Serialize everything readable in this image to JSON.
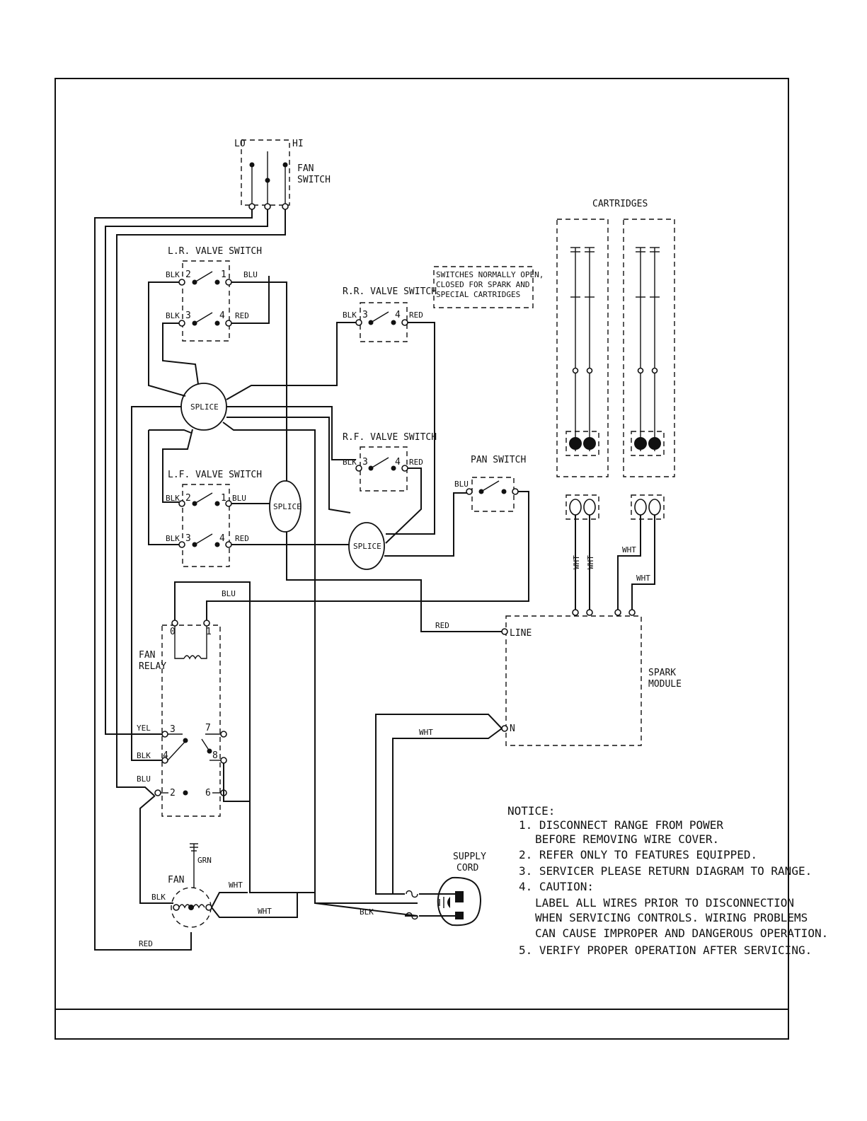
{
  "fan_switch": {
    "lo": "LO",
    "hi": "HI",
    "label_1": "FAN",
    "label_2": "SWITCH"
  },
  "lr_valve_switch": {
    "title": "L.R. VALVE SWITCH",
    "t2": "2",
    "t1": "1",
    "t3": "3",
    "t4": "4",
    "blk_a": "BLK",
    "blu": "BLU",
    "blk_b": "BLK",
    "red": "RED"
  },
  "rr_valve_switch": {
    "title": "R.R. VALVE SWITCH",
    "t3": "3",
    "t4": "4",
    "blk": "BLK",
    "red": "RED"
  },
  "rf_valve_switch": {
    "title": "R.F. VALVE SWITCH",
    "t3": "3",
    "t4": "4",
    "blk": "BLK",
    "red": "RED"
  },
  "lf_valve_switch": {
    "title": "L.F. VALVE SWITCH",
    "t2": "2",
    "t1": "1",
    "t3": "3",
    "t4": "4",
    "blk_a": "BLK",
    "blu": "BLU",
    "blk_b": "BLK",
    "red": "RED"
  },
  "switches_note": [
    "SWITCHES NORMALLY OPEN,",
    "CLOSED FOR SPARK AND",
    "SPECIAL CARTRIDGES"
  ],
  "splices": {
    "a": "SPLICE",
    "b": "SPLICE",
    "c": "SPLICE"
  },
  "pan_switch": {
    "title": "PAN SWITCH",
    "blu": "BLU"
  },
  "cartridges": {
    "title": "CARTRIDGES"
  },
  "fan_relay": {
    "label_1": "FAN",
    "label_2": "RELAY",
    "t0": "0",
    "t1": "1",
    "t3": "3",
    "t4": "4",
    "t7": "7",
    "t8": "8",
    "t2": "2",
    "t6": "6",
    "yel": "YEL",
    "blk": "BLK",
    "blu": "BLU"
  },
  "fan_motor": {
    "label": "FAN",
    "grn": "GRN",
    "blk": "BLK",
    "wht": "WHT",
    "red": "RED"
  },
  "wire_labels": {
    "blu_top": "BLU",
    "red_line": "RED",
    "wht_n": "WHT",
    "wht_fan": "WHT",
    "blk_supply": "BLK",
    "wht_1": "WHT",
    "wht_2": "WHT",
    "wht_3": "WHT",
    "wht_4": "WHT"
  },
  "spark_module": {
    "label_1": "SPARK",
    "label_2": "MODULE",
    "line": "LINE",
    "n": "N"
  },
  "supply_cord": {
    "label_1": "SUPPLY",
    "label_2": "CORD"
  },
  "notice": {
    "title": "NOTICE:",
    "lines": [
      "1. DISCONNECT RANGE FROM POWER",
      "BEFORE REMOVING WIRE COVER.",
      "2. REFER ONLY TO FEATURES EQUIPPED.",
      "3. SERVICER PLEASE RETURN DIAGRAM TO RANGE.",
      "4. CAUTION:",
      "LABEL ALL WIRES PRIOR TO DISCONNECTION",
      "WHEN SERVICING CONTROLS. WIRING PROBLEMS",
      "CAN CAUSE IMPROPER AND DANGEROUS OPERATION.",
      "5. VERIFY PROPER OPERATION AFTER SERVICING."
    ]
  }
}
